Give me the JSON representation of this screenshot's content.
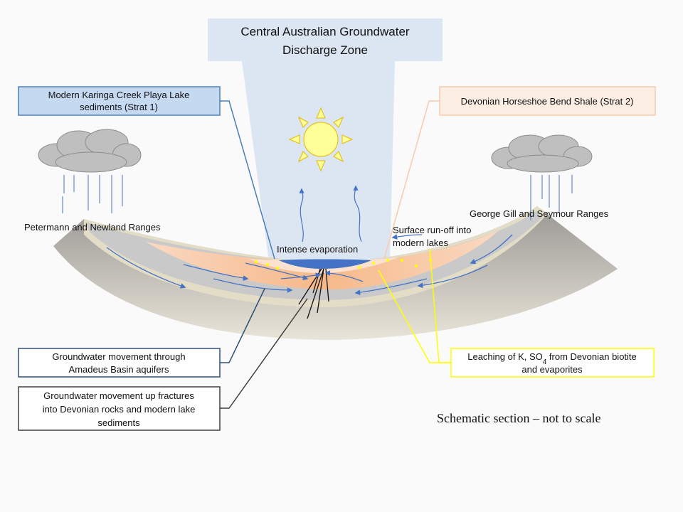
{
  "title": {
    "line1": "Central Australian Groundwater",
    "line2": "Discharge Zone"
  },
  "callouts": {
    "karinga": {
      "line1": "Modern  Karinga Creek Playa Lake",
      "line2": "sediments (Strat 1)",
      "fill": "#c5d9f1",
      "border": "#4a7ebb"
    },
    "horseshoe": {
      "line1": "Devonian Horseshoe Bend Shale (Strat  2)",
      "fill": "#fdeee4",
      "border": "#f8cbad"
    },
    "amadeus": {
      "line1": "Groundwater movement through",
      "line2": "Amadeus Basin aquifers",
      "border": "#2e4f76"
    },
    "fractures": {
      "line1": "Groundwater movement up fractures",
      "line2": "into Devonian rocks and modern lake",
      "line3": "sediments",
      "border": "#404040"
    },
    "leaching": {
      "line1": "Leaching of K, SO",
      "sub": "4",
      "line1_rest": " from Devonian biotite",
      "line2": "and evaporites",
      "border": "#ffff00"
    }
  },
  "labels": {
    "petermann": "Petermann and Newland Ranges",
    "george_gill": "George Gill and Seymour Ranges",
    "intense": "Intense evaporation",
    "runoff1": "Surface run-off into",
    "runoff2": "modern lakes"
  },
  "note": "Schematic section – not to scale",
  "icons": [
    "sun-icon",
    "rain-cloud-icon",
    "evaporation-arrow-icon",
    "flow-arrow-icon"
  ],
  "colors": {
    "discharge_zone": "#dce6f2",
    "sun": "#ffff99",
    "cloud": "#bfbfbf",
    "playa_lake": "#4472c4",
    "shale": "#f7c6a3",
    "aquifer": "#c9c9c9",
    "basement": "#8c8c8c",
    "flow_arrows": "#4472c4"
  }
}
